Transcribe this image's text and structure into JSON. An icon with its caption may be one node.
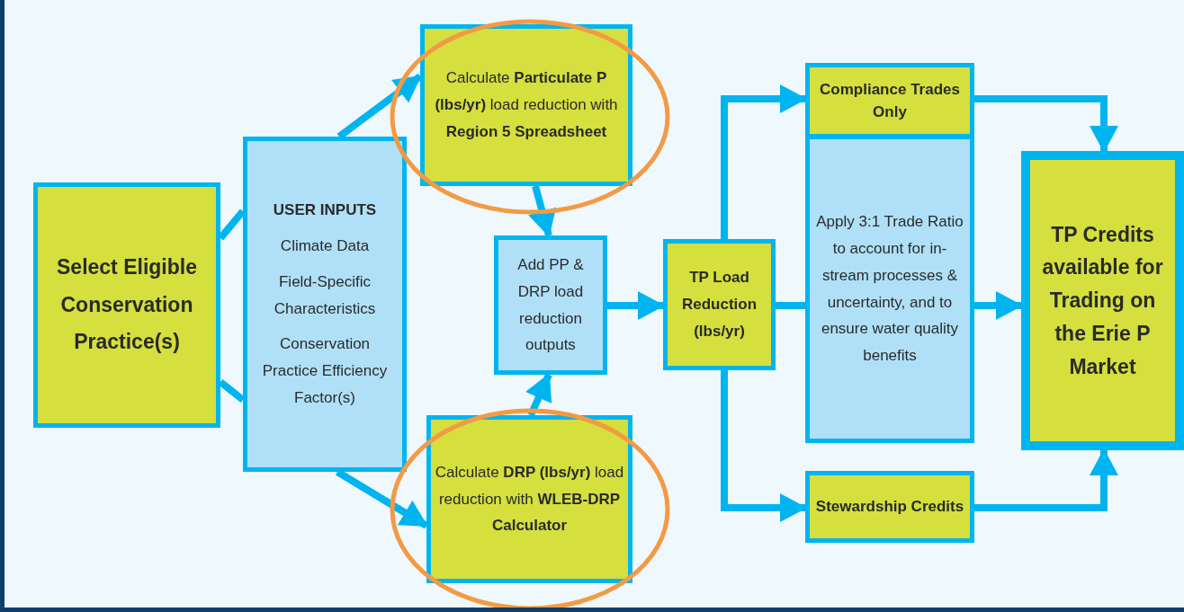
{
  "diagram": {
    "nodes": [
      {
        "text": [
          "Select Eligible Conservation Practice(s)"
        ]
      },
      {
        "text": [
          "USER INPUTS",
          "Climate Data",
          "Field-Specific Characteristics",
          "Conservation Practice Efficiency Factor(s)"
        ]
      },
      {
        "text": [
          "Calculate **Particulate P (lbs/yr)** load reduction with **Region 5 Spreadsheet**"
        ]
      },
      {
        "text": [
          "Add PP & DRP load reduction outputs"
        ]
      },
      {
        "text": [
          "Calculate **DRP (lbs/yr)** load reduction with **WLEB-DRP Calculator**"
        ]
      },
      {
        "text": [
          "TP Load Reduction (lbs/yr)"
        ]
      },
      {
        "text": [
          "Compliance Trades Only"
        ]
      },
      {
        "text": [
          "Apply 3:1 Trade Ratio to account for in-stream processes & uncertainty, and to ensure water quality benefits"
        ]
      },
      {
        "text": [
          "Stewardship Credits"
        ]
      },
      {
        "text": [
          "TP Credits available for Trading on the Erie P Market"
        ]
      }
    ],
    "edges": [
      {
        "from": 0,
        "to": 1,
        "arrow": "none"
      },
      {
        "from": 0,
        "to": 1,
        "arrow": "none"
      },
      {
        "from": 1,
        "to": 2,
        "arrow": "to"
      },
      {
        "from": 1,
        "to": 4,
        "arrow": "to"
      },
      {
        "from": 2,
        "to": 3,
        "arrow": "to"
      },
      {
        "from": 4,
        "to": 3,
        "arrow": "to"
      },
      {
        "from": 3,
        "to": 5,
        "arrow": "to"
      },
      {
        "from": 5,
        "to": 6,
        "arrow": "to"
      },
      {
        "from": 5,
        "to": 7,
        "arrow": "none"
      },
      {
        "from": 5,
        "to": 8,
        "arrow": "to"
      },
      {
        "from": 6,
        "to": 9,
        "arrow": "to"
      },
      {
        "from": 7,
        "to": 9,
        "arrow": "to"
      },
      {
        "from": 8,
        "to": 9,
        "arrow": "to"
      }
    ]
  }
}
